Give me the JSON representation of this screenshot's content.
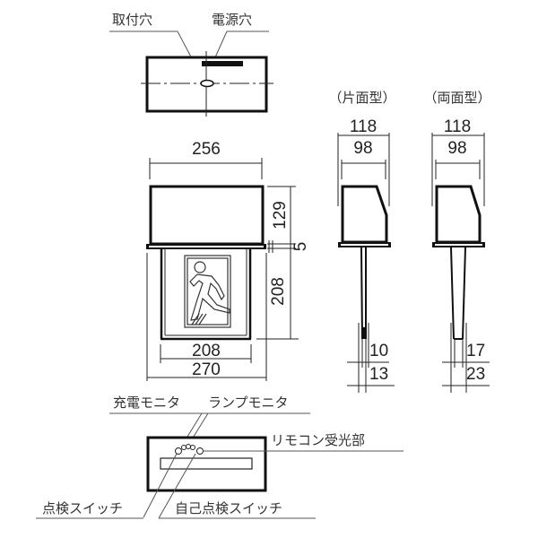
{
  "top_view": {
    "labels": {
      "mounting_hole": "取付穴",
      "power_hole": "電源穴"
    }
  },
  "front_view": {
    "dimensions": {
      "body_width": "256",
      "body_height": "129",
      "flange_thickness": "5",
      "panel_height": "208",
      "panel_width": "208",
      "overall_width": "270"
    },
    "sign_icon": "running-man-exit-icon"
  },
  "side_views": [
    {
      "title": "（片面型）",
      "dimensions": {
        "outer": "118",
        "inner": "98",
        "panel_inner": "10",
        "panel_outer": "13"
      }
    },
    {
      "title": "（両面型）",
      "dimensions": {
        "outer": "118",
        "inner": "98",
        "panel_inner": "17",
        "panel_outer": "23"
      }
    }
  ],
  "bottom_view": {
    "labels": {
      "charge_monitor": "充電モニタ",
      "lamp_monitor": "ランプモニタ",
      "remote_receiver": "リモコン受光部",
      "check_switch": "点検スイッチ",
      "self_check_switch": "自己点検スイッチ"
    }
  }
}
